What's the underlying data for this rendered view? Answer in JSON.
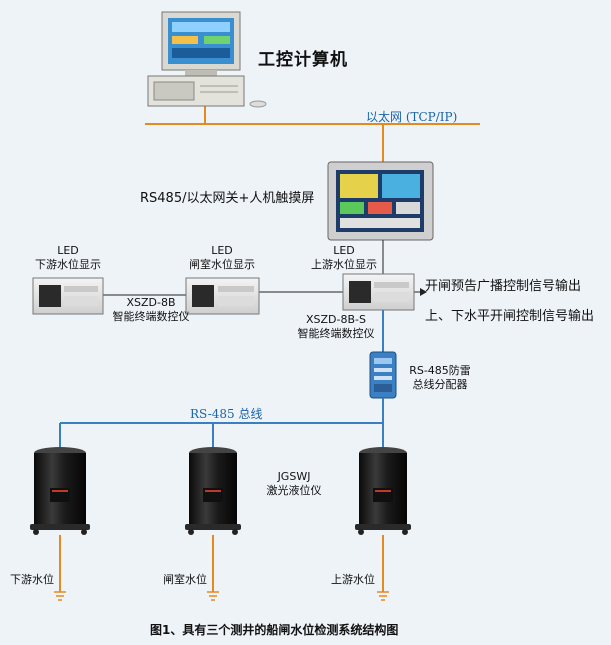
{
  "computer": {
    "label": "工控计算机"
  },
  "ethernet": {
    "label": "以太网 (TCP/IP)"
  },
  "gateway": {
    "label": "RS485/以太网关+人机触摸屏"
  },
  "displays": [
    {
      "line1": "LED",
      "line2": "下游水位显示"
    },
    {
      "line1": "LED",
      "line2": "闸室水位显示"
    },
    {
      "line1": "LED",
      "line2": "上游水位显示"
    }
  ],
  "controllers": [
    {
      "model": "XSZD-8B",
      "desc": "智能终端数控仪"
    },
    {
      "model": "XSZD-8B-S",
      "desc": "智能终端数控仪"
    }
  ],
  "outputs": [
    "开闸预告广播控制信号输出",
    "上、下水平开闸控制信号输出"
  ],
  "distributor": {
    "line1": "RS-485防雷",
    "line2": "总线分配器"
  },
  "bus": {
    "label": "RS-485 总线"
  },
  "laser": {
    "line1": "JGSWJ",
    "line2": "激光液位仪"
  },
  "wells": [
    "下游水位",
    "闸室水位",
    "上游水位"
  ],
  "caption": "图1、具有三个测井的船闸水位检测系统结构图",
  "colors": {
    "line": "#e58a1f",
    "bus": "#3a7fc0",
    "device": "#1b1b1b"
  }
}
